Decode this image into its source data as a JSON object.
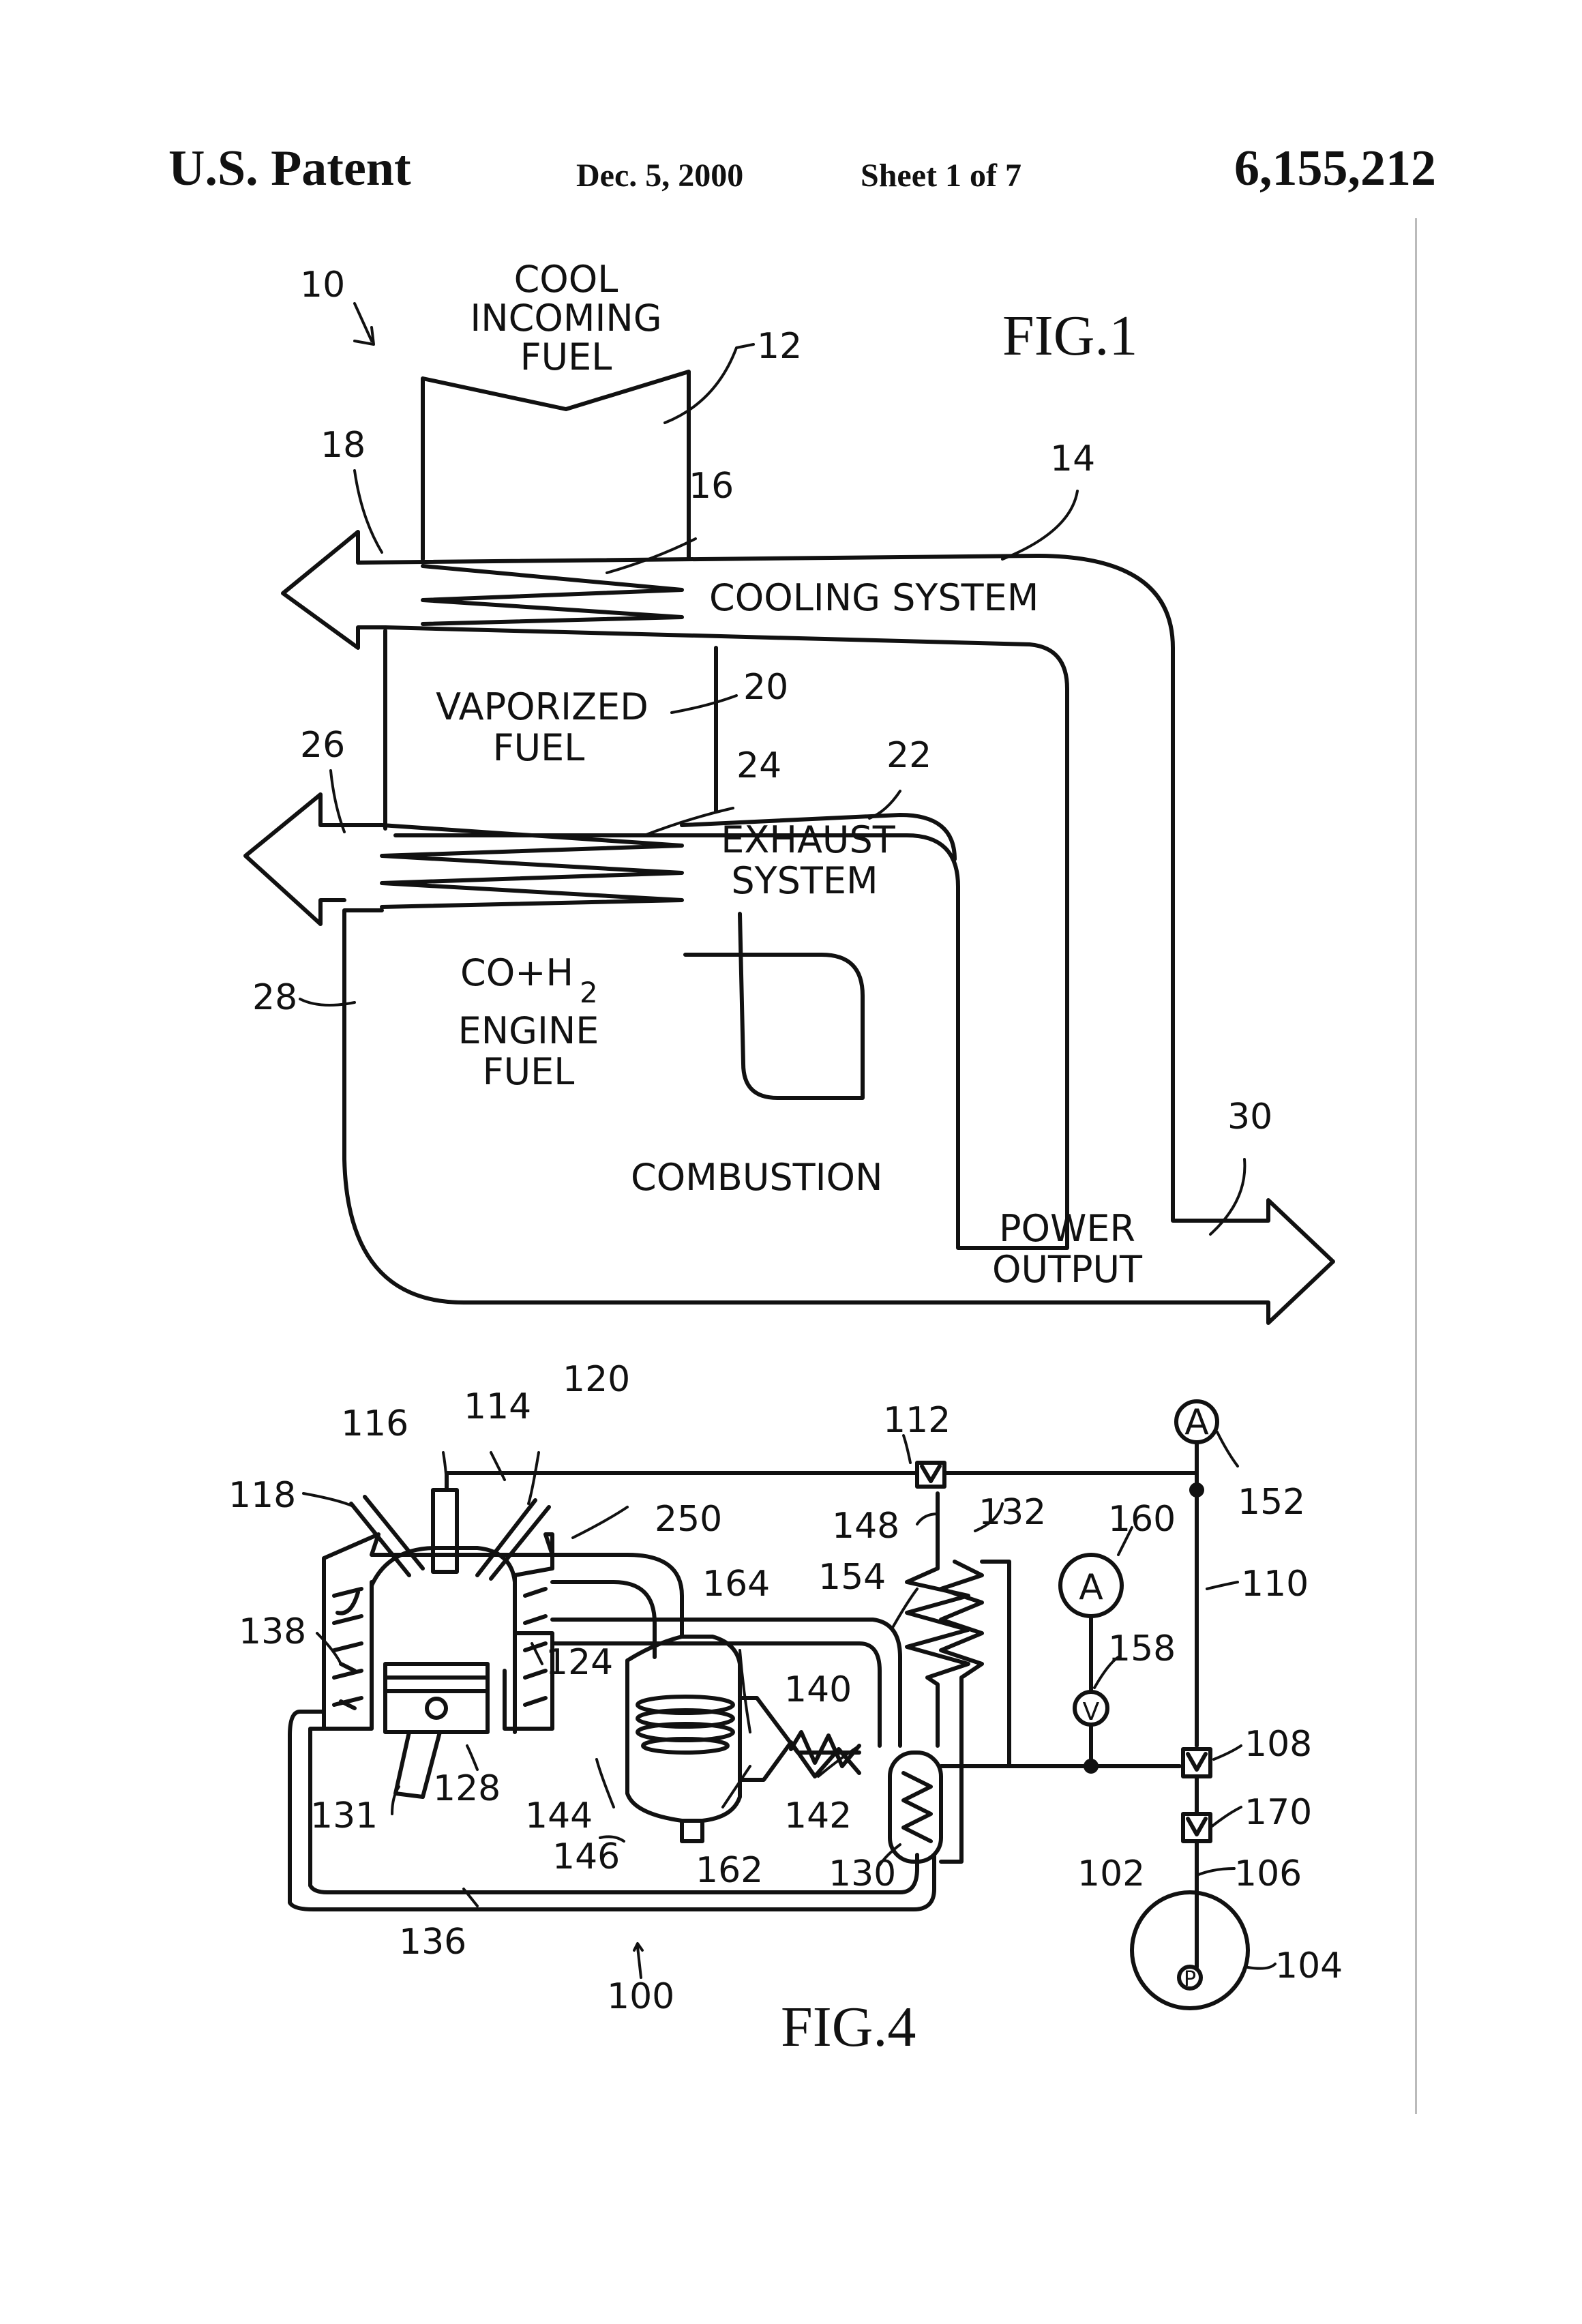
{
  "header": {
    "left": "U.S. Patent",
    "date": "Dec. 5, 2000",
    "sheet": "Sheet 1 of 7",
    "patent_number": "6,155,212"
  },
  "fig1": {
    "title": "FIG.1",
    "labels": {
      "cool_incoming_fuel": [
        "COOL",
        "INCOMING",
        "FUEL"
      ],
      "cooling_system": "COOLING SYSTEM",
      "vaporized_fuel": [
        "VAPORIZED",
        "FUEL"
      ],
      "exhaust_system": [
        "EXHAUST",
        "SYSTEM"
      ],
      "engine_fuel": [
        "CO+H",
        "2",
        "ENGINE",
        "FUEL"
      ],
      "combustion": "COMBUSTION",
      "power_output": [
        "POWER",
        "OUTPUT"
      ]
    },
    "refs": [
      "10",
      "12",
      "14",
      "16",
      "18",
      "20",
      "22",
      "24",
      "26",
      "28",
      "30"
    ]
  },
  "fig4": {
    "title": "FIG.4",
    "meter_a": "A",
    "meter_v": "V",
    "pump_p": "P",
    "refs": [
      "100",
      "102",
      "104",
      "106",
      "108",
      "110",
      "112",
      "114",
      "116",
      "118",
      "120",
      "124",
      "128",
      "130",
      "131",
      "132",
      "136",
      "138",
      "140",
      "142",
      "144",
      "146",
      "148",
      "152",
      "154",
      "158",
      "160",
      "162",
      "164",
      "170",
      "250"
    ]
  }
}
